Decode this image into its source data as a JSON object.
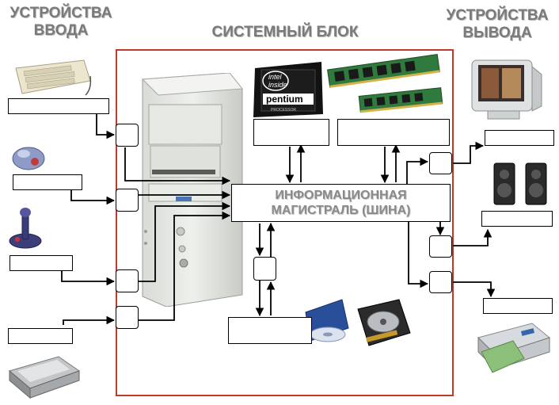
{
  "titles": {
    "input_devices": "УСТРОЙСТВА\nВВОДА",
    "system_block": "СИСТЕМНЫЙ БЛОК",
    "output_devices": "УСТРОЙСТВА\nВЫВОДА"
  },
  "bus": {
    "label_line1": "ИНФОРМАЦИОННАЯ",
    "label_line2": "МАГИСТРАЛЬ (ШИНА)"
  },
  "device_images": {
    "processor_label_line1": "intel",
    "processor_label_line2": "inside",
    "processor_brand": "pentium",
    "processor_sub": "PROCESSOR"
  },
  "colors": {
    "frame": "#c0392b",
    "title_text": "#7a7a7a",
    "bus_text": "#8a8a8a"
  }
}
